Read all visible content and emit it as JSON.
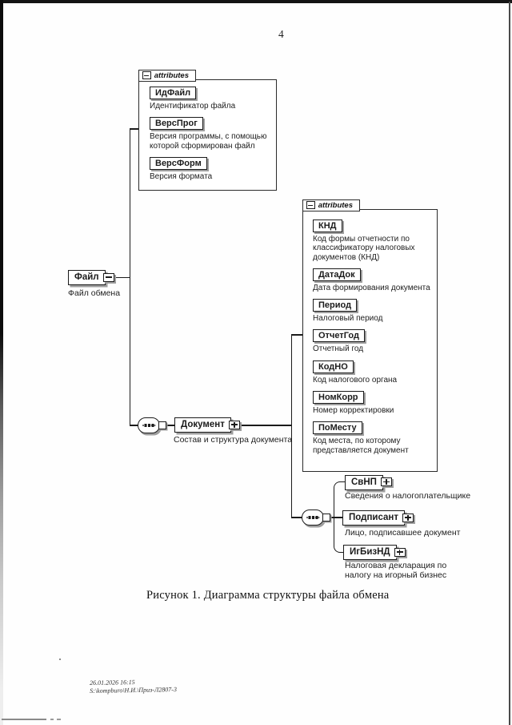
{
  "page": {
    "number": "4",
    "caption": "Рисунок 1. Диаграмма структуры файла обмена",
    "footer_line1": "26.01.2026 16:15",
    "footer_line2": "S:\\kompburo\\Н.И.\\Приз-Л2807-3"
  },
  "diagram": {
    "root": {
      "name": "Файл",
      "desc": "Файл обмена"
    },
    "attr_group_file": {
      "header": "attributes",
      "items": [
        {
          "name": "ИдФайл",
          "desc": "Идентификатор файла"
        },
        {
          "name": "ВерсПрог",
          "desc": "Версия программы, с помощью которой сформирован файл"
        },
        {
          "name": "ВерсФорм",
          "desc": "Версия формата"
        }
      ]
    },
    "document": {
      "name": "Документ",
      "desc": "Состав и структура документа"
    },
    "attr_group_document": {
      "header": "attributes",
      "items": [
        {
          "name": "КНД",
          "desc": "Код формы отчетности по классификатору налоговых документов (КНД)"
        },
        {
          "name": "ДатаДок",
          "desc": "Дата формирования документа"
        },
        {
          "name": "Период",
          "desc": "Налоговый период"
        },
        {
          "name": "ОтчетГод",
          "desc": "Отчетный год"
        },
        {
          "name": "КодНО",
          "desc": "Код налогового органа"
        },
        {
          "name": "НомКорр",
          "desc": "Номер корректировки"
        },
        {
          "name": "ПоМесту",
          "desc": "Код места, по которому представляется документ"
        }
      ]
    },
    "children": [
      {
        "name": "СвНП",
        "desc": "Сведения о налогоплательщике"
      },
      {
        "name": "Подписант",
        "desc": "Лицо, подписавшее документ"
      },
      {
        "name": "ИгБизНД",
        "desc": "Налоговая декларация по налогу на игорный бизнес"
      }
    ]
  }
}
